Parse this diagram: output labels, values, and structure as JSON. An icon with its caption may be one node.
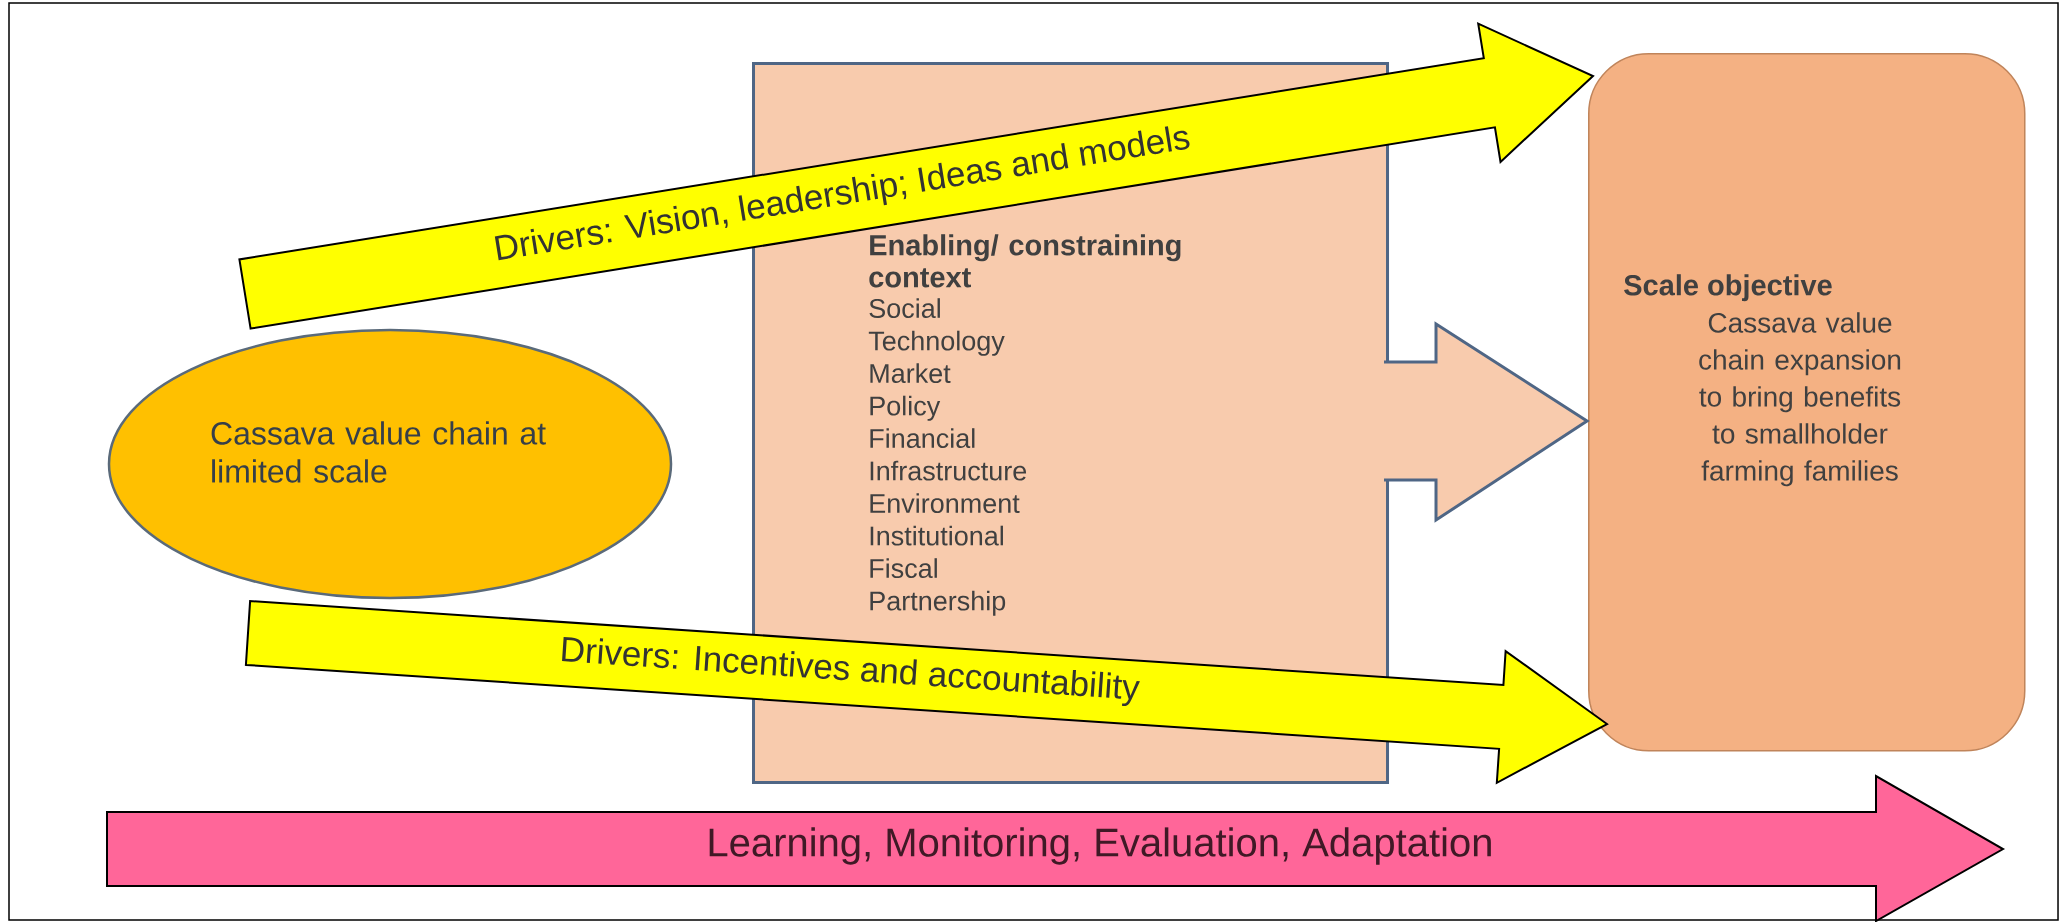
{
  "diagram": {
    "nodes": [
      {
        "text": [
          "Cassava value chain at limited scale"
        ]
      },
      {
        "text": [
          "Enabling/ constraining context",
          "Social",
          "Technology",
          "Market",
          "Policy",
          "Financial",
          "Infrastructure",
          "Environment",
          "Institutional",
          "Fiscal",
          "Partnership"
        ]
      },
      {
        "text": [
          "Scale objective",
          "Cassava value chain expansion to bring benefits to smallholder farming families"
        ]
      },
      {
        "text": [
          "Learning, Monitoring, Evaluation, Adaptation"
        ]
      }
    ],
    "edges": [
      {
        "from": 0,
        "to": 2,
        "arrow": "to",
        "label": "Drivers: Vision, leadership; Ideas and models",
        "color": "#ffff00"
      },
      {
        "from": 0,
        "to": 2,
        "arrow": "to",
        "label": "Drivers: Incentives and accountability",
        "color": "#ffff00"
      },
      {
        "from": 1,
        "to": 2,
        "arrow": "to",
        "color": "#f8cbad"
      }
    ]
  }
}
